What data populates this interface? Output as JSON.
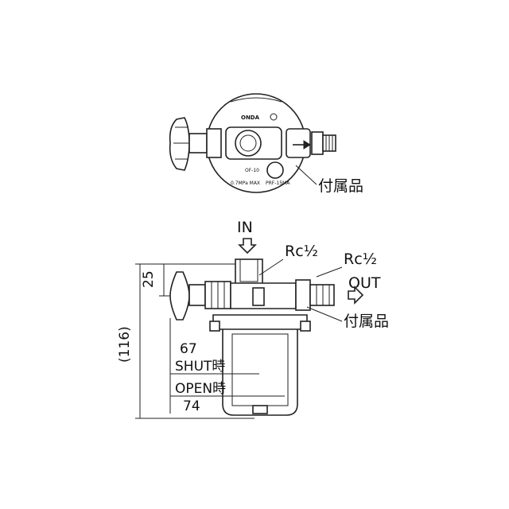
{
  "top_view": {
    "brand": "ONDA",
    "model": "OF-10",
    "pressure": "0.7MPa MAX",
    "pressure_suffix": "PRF-15MA",
    "accessory_label": "付属品"
  },
  "front_view": {
    "in_label": "IN",
    "out_label": "OUT",
    "port_in": "Rc½",
    "port_out": "Rc½",
    "accessory_label": "付属品",
    "dim_25": "25",
    "dim_116": "(116)",
    "dim_67": "67",
    "shut_label": "SHUT時",
    "open_label": "OPEN時",
    "dim_74": "74"
  }
}
